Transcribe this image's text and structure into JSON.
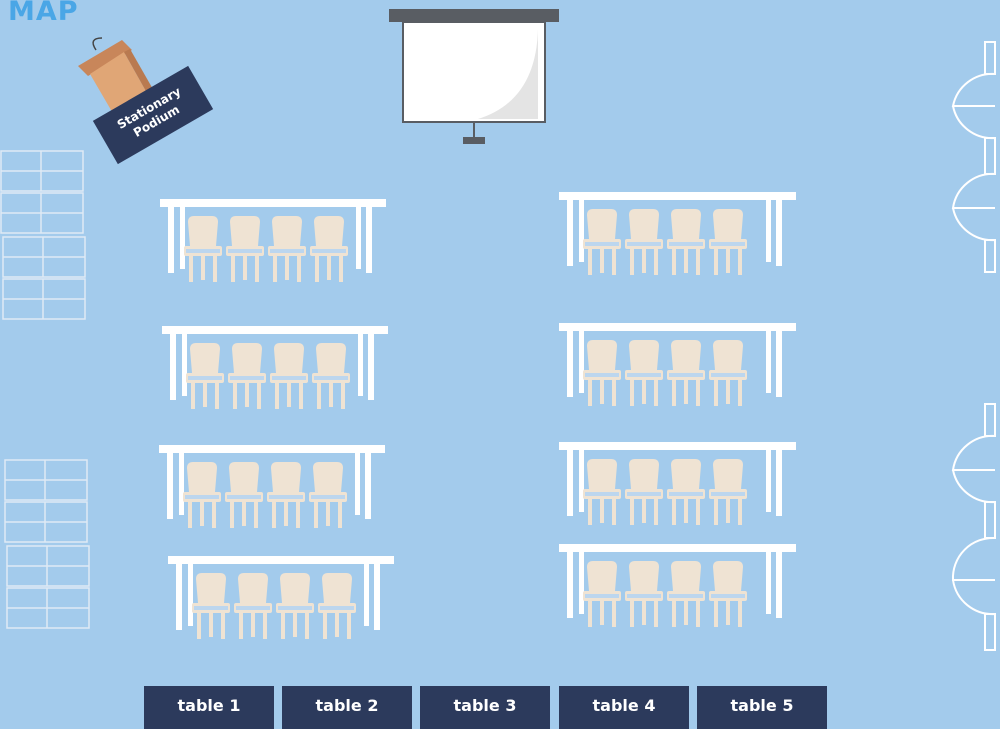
{
  "map": {
    "title": "MAP"
  },
  "podium": {
    "label": "Stationary\nPodium"
  },
  "room": {
    "table_rows": 4,
    "table_columns": 2,
    "chairs_per_table": 4
  },
  "tabs": [
    {
      "label": "table 1"
    },
    {
      "label": "table 2"
    },
    {
      "label": "table 3"
    },
    {
      "label": "table 4"
    },
    {
      "label": "table 5"
    }
  ],
  "colors": {
    "floor": "#a3cbec",
    "table": "#ffffff",
    "chair": "#efe3d3",
    "chair_seat": "#bcd6ee",
    "tab_background": "#2c3a5c",
    "title": "#4aa6e6",
    "podium": "#d89a6a"
  }
}
